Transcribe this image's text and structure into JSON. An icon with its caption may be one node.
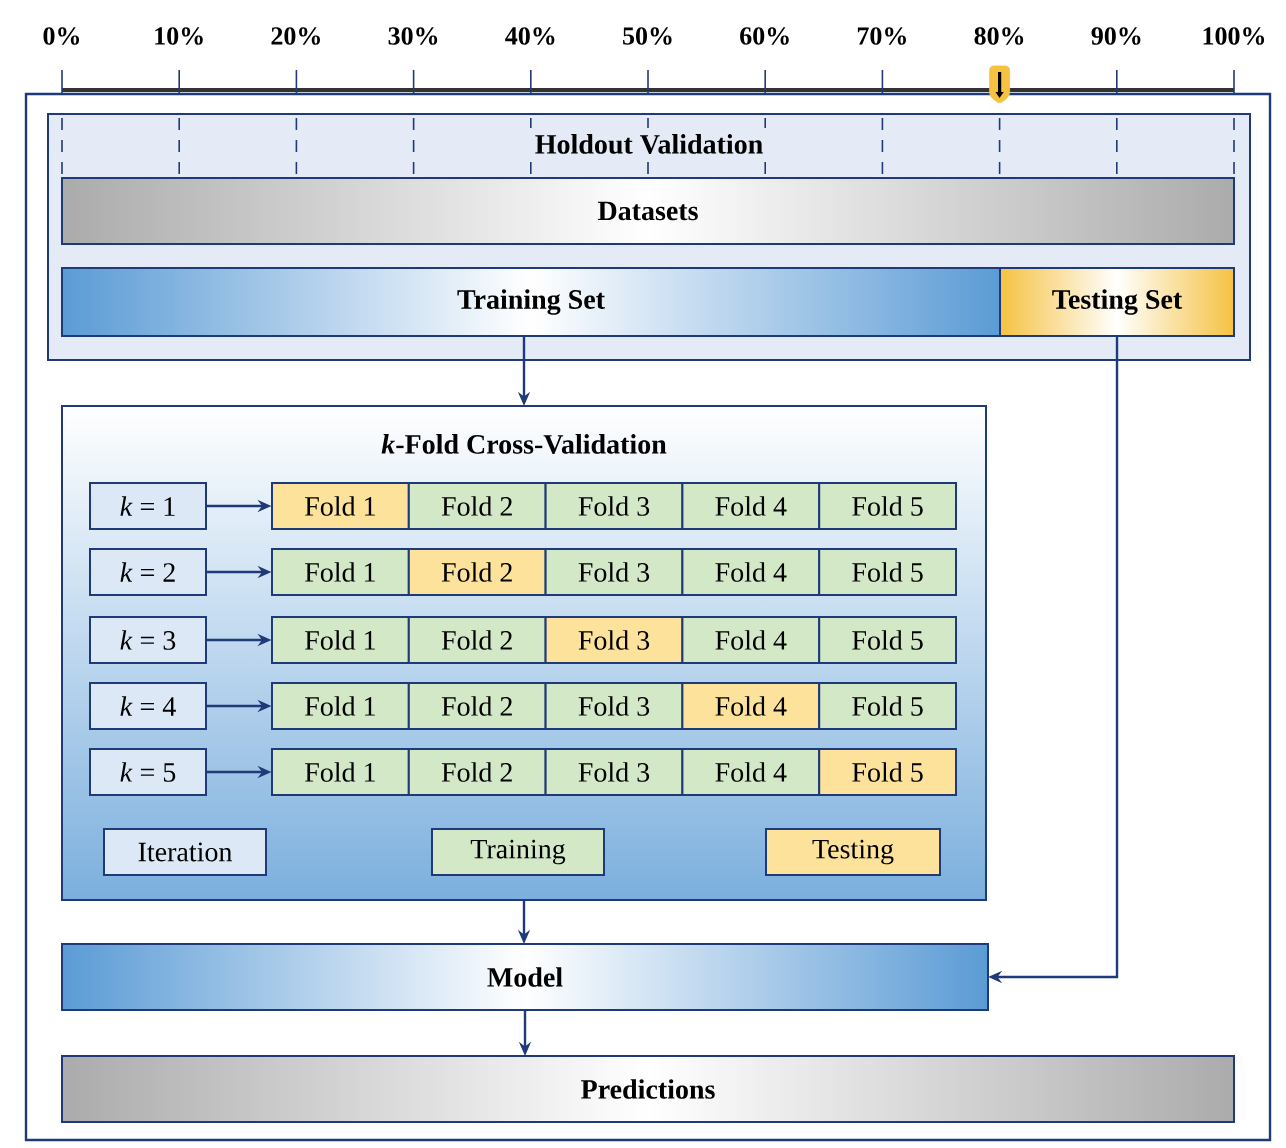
{
  "diagram": {
    "nodes": [
      {
        "text": [
          "Holdout Validation"
        ]
      },
      {
        "text": [
          "Datasets"
        ],
        "in": 0
      },
      {
        "text": [
          "Training Set"
        ],
        "in": 0
      },
      {
        "text": [
          "Testing Set"
        ],
        "in": 0
      },
      {
        "text": [
          "*k*-Fold Cross-Validation"
        ]
      },
      {
        "text": [
          "*k* = 1"
        ],
        "in": 4
      },
      {
        "text": [
          "*k* = 2"
        ],
        "in": 4
      },
      {
        "text": [
          "*k* = 3"
        ],
        "in": 4
      },
      {
        "text": [
          "*k* = 4"
        ],
        "in": 4
      },
      {
        "text": [
          "*k* = 5"
        ],
        "in": 4
      },
      {
        "text": [
          "Fold 1"
        ],
        "in": 4
      },
      {
        "text": [
          "Fold 2"
        ],
        "in": 4
      },
      {
        "text": [
          "Fold 3"
        ],
        "in": 4
      },
      {
        "text": [
          "Fold 4"
        ],
        "in": 4
      },
      {
        "text": [
          "Fold 5"
        ],
        "in": 4
      },
      {
        "text": [
          "Fold 1"
        ],
        "in": 4
      },
      {
        "text": [
          "Fold 2"
        ],
        "in": 4
      },
      {
        "text": [
          "Fold 3"
        ],
        "in": 4
      },
      {
        "text": [
          "Fold 4"
        ],
        "in": 4
      },
      {
        "text": [
          "Fold 5"
        ],
        "in": 4
      },
      {
        "text": [
          "Fold 1"
        ],
        "in": 4
      },
      {
        "text": [
          "Fold 2"
        ],
        "in": 4
      },
      {
        "text": [
          "Fold 3"
        ],
        "in": 4
      },
      {
        "text": [
          "Fold 4"
        ],
        "in": 4
      },
      {
        "text": [
          "Fold 5"
        ],
        "in": 4
      },
      {
        "text": [
          "Fold 1"
        ],
        "in": 4
      },
      {
        "text": [
          "Fold 2"
        ],
        "in": 4
      },
      {
        "text": [
          "Fold 3"
        ],
        "in": 4
      },
      {
        "text": [
          "Fold 4"
        ],
        "in": 4
      },
      {
        "text": [
          "Fold 5"
        ],
        "in": 4
      },
      {
        "text": [
          "Fold 1"
        ],
        "in": 4
      },
      {
        "text": [
          "Fold 2"
        ],
        "in": 4
      },
      {
        "text": [
          "Fold 3"
        ],
        "in": 4
      },
      {
        "text": [
          "Fold 4"
        ],
        "in": 4
      },
      {
        "text": [
          "Fold 5"
        ],
        "in": 4
      },
      {
        "text": [
          "Model"
        ]
      },
      {
        "text": [
          "Predictions"
        ]
      }
    ],
    "edges": [
      {
        "from": 2,
        "to": 4,
        "arrow": "to"
      },
      {
        "from": 5,
        "to": 10,
        "arrow": "to"
      },
      {
        "from": 6,
        "to": 15,
        "arrow": "to"
      },
      {
        "from": 7,
        "to": 20,
        "arrow": "to"
      },
      {
        "from": 8,
        "to": 25,
        "arrow": "to"
      },
      {
        "from": 9,
        "to": 30,
        "arrow": "to"
      },
      {
        "from": 4,
        "to": 35,
        "arrow": "to"
      },
      {
        "from": 3,
        "to": 35,
        "arrow": "to"
      },
      {
        "from": 35,
        "to": 36,
        "arrow": "to"
      }
    ],
    "labels": [
      "0%",
      "10%",
      "20%",
      "30%",
      "40%",
      "50%",
      "60%",
      "70%",
      "80%",
      "90%",
      "100%"
    ],
    "legend": [
      {
        "text": "Iteration",
        "color": "#dce8f6"
      },
      {
        "text": "Training",
        "color": "#d3e8c6"
      },
      {
        "text": "Testing",
        "color": "#fde29b"
      }
    ]
  }
}
